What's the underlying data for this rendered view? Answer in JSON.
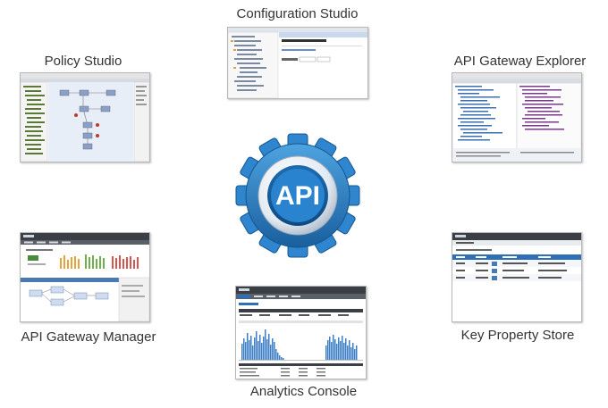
{
  "center": {
    "logo_text": "API",
    "icon": "gear-icon"
  },
  "tools": {
    "configuration_studio": {
      "label": "Configuration Studio"
    },
    "policy_studio": {
      "label": "Policy Studio"
    },
    "api_gateway_explorer": {
      "label": "API Gateway Explorer"
    },
    "api_gateway_manager": {
      "label": "API Gateway Manager"
    },
    "key_property_store": {
      "label": "Key Property Store"
    },
    "analytics_console": {
      "label": "Analytics Console"
    }
  },
  "colors": {
    "gear_dark": "#1a5f9e",
    "gear_light": "#4da3e0",
    "label_text": "#333333"
  }
}
